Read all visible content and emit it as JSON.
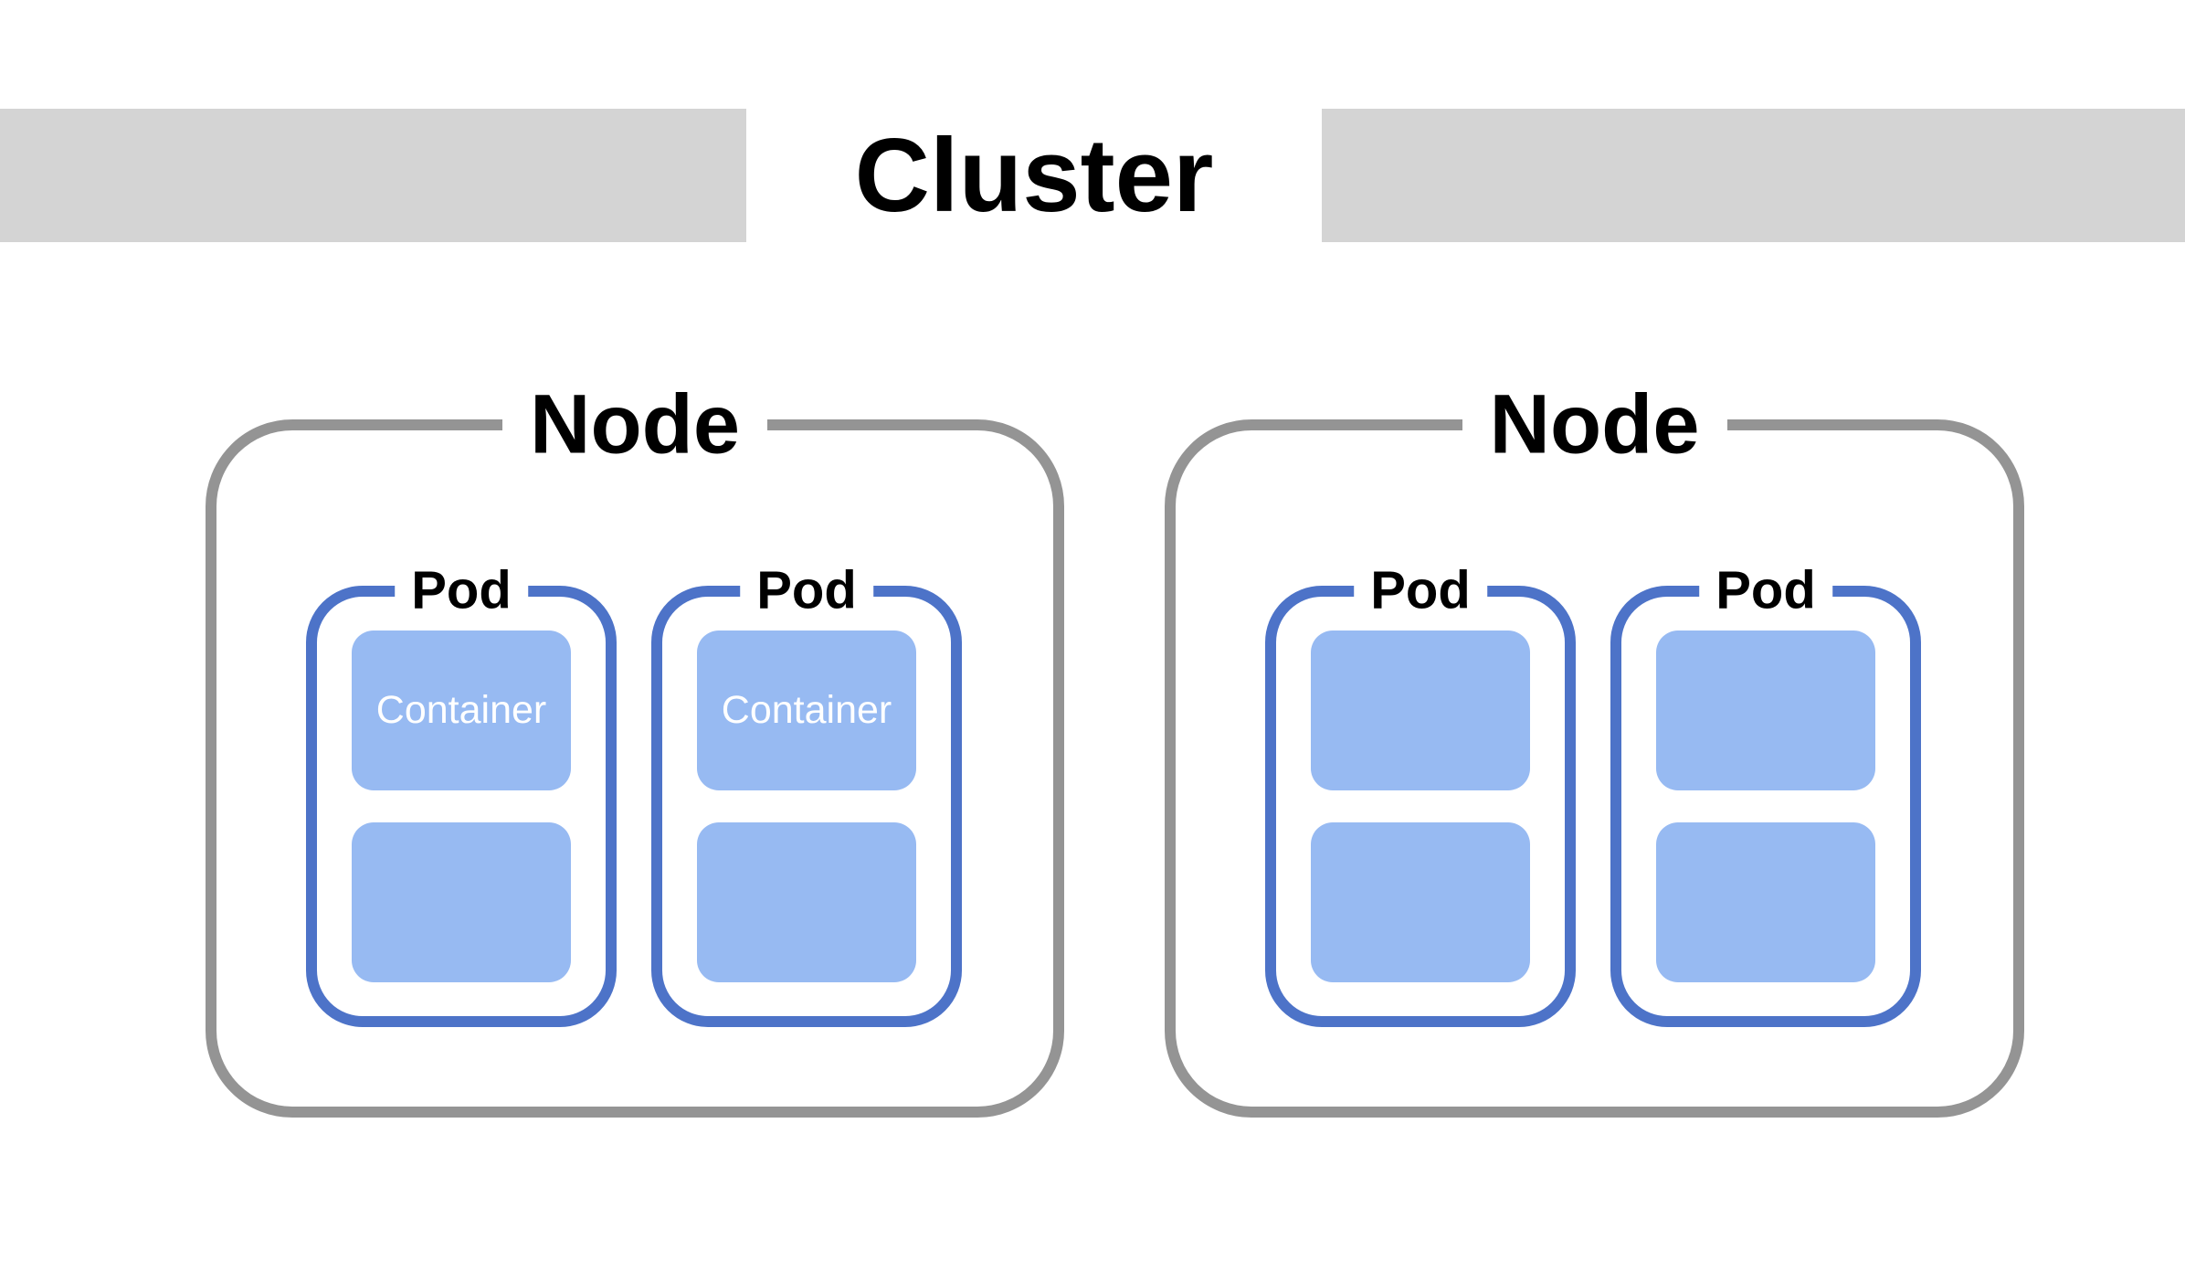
{
  "diagram": {
    "title": "Cluster",
    "colors": {
      "cluster_bar": "#d4d4d4",
      "node_border": "#949494",
      "pod_border": "#4d73c8",
      "container_fill": "#97baf2",
      "container_text": "#ffffff",
      "label_text": "#000000",
      "background": "#ffffff"
    },
    "nodes": [
      {
        "label": "Node",
        "pods": [
          {
            "label": "Pod",
            "containers": [
              {
                "label": "Container"
              },
              {
                "label": ""
              }
            ]
          },
          {
            "label": "Pod",
            "containers": [
              {
                "label": "Container"
              },
              {
                "label": ""
              }
            ]
          }
        ]
      },
      {
        "label": "Node",
        "pods": [
          {
            "label": "Pod",
            "containers": [
              {
                "label": ""
              },
              {
                "label": ""
              }
            ]
          },
          {
            "label": "Pod",
            "containers": [
              {
                "label": ""
              },
              {
                "label": ""
              }
            ]
          }
        ]
      }
    ]
  }
}
